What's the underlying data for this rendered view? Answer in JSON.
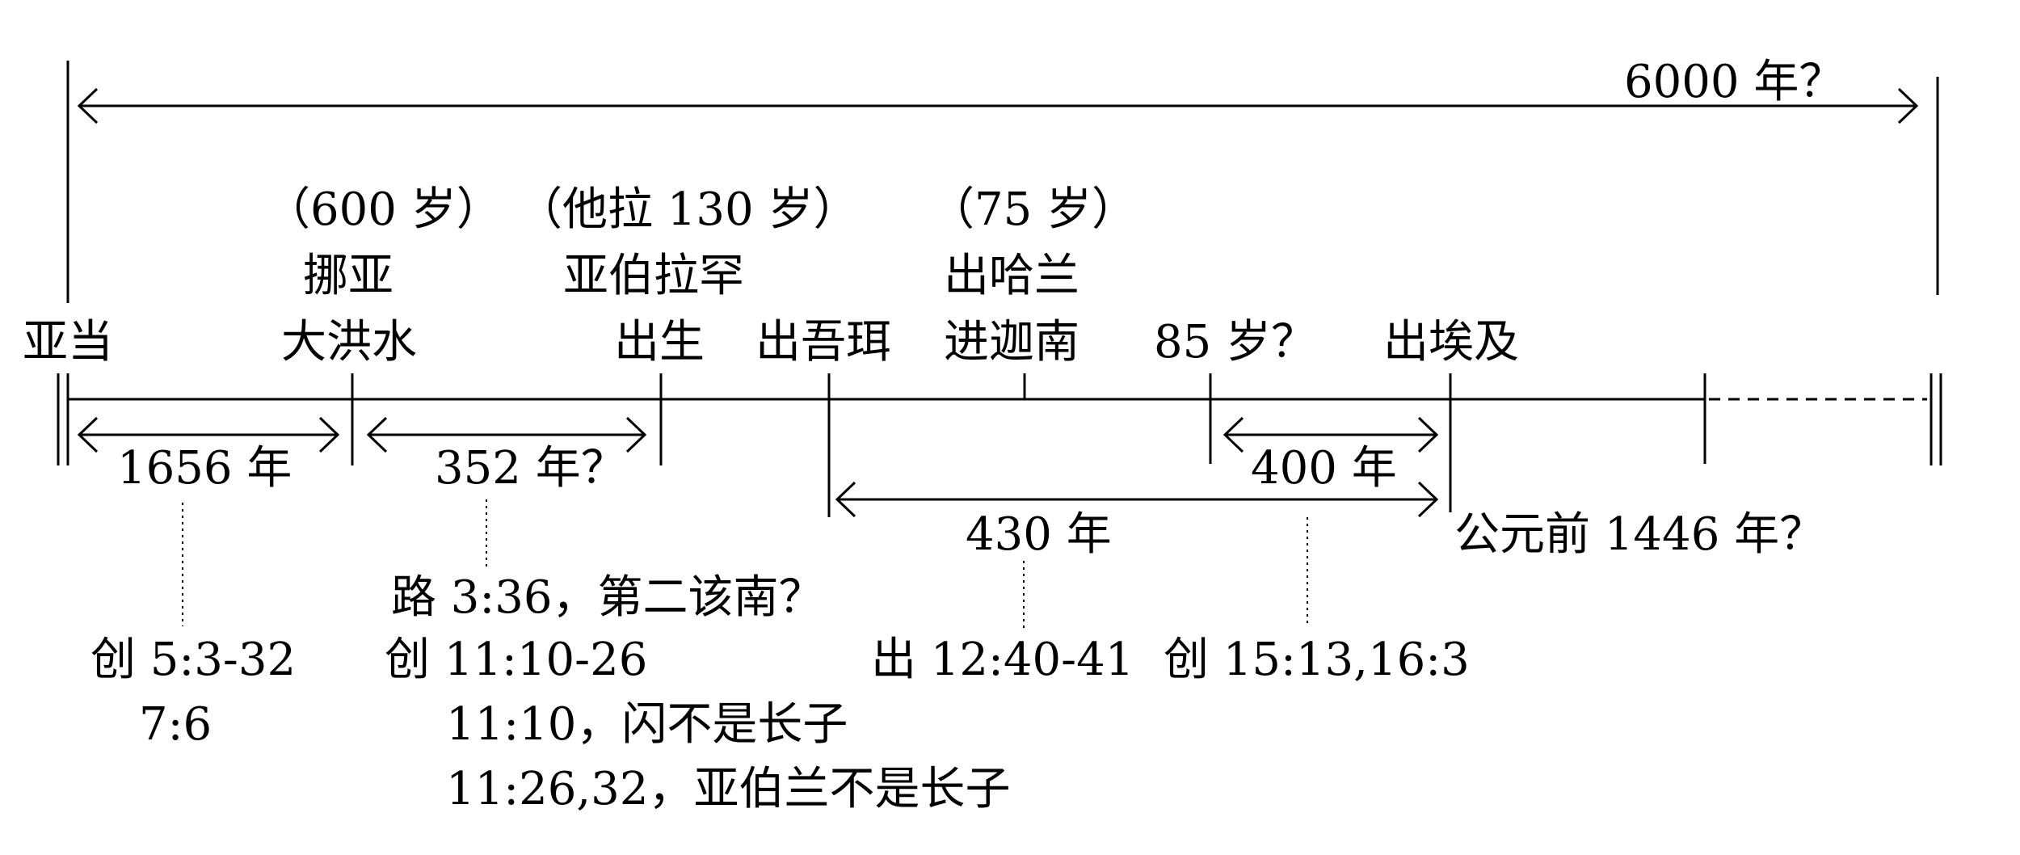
{
  "span": {
    "label": "6000 年？"
  },
  "milestones": {
    "adam": "亚当",
    "noah_age": "（600 岁）",
    "noah": "挪亚",
    "flood": "大洪水",
    "terah_age": "（他拉 130 岁）",
    "abram": "亚伯拉罕",
    "birth": "出生",
    "ur": "出吾珥",
    "haran_age": "（75 岁）",
    "haran": "出哈兰",
    "canaan": "进迦南",
    "age85": "85 岁？",
    "exodus": "出埃及",
    "exodus_date": "公元前 1446 年？"
  },
  "intervals": {
    "adam_to_flood": "1656 年",
    "flood_to_abram": "352 年？",
    "sojourn_400": "400 年",
    "sojourn_430": "430 年"
  },
  "references": {
    "gen5": "创 5:3-32",
    "gen7": "7:6",
    "luke": "路 3:36，第二该南？",
    "gen11": "创 11:10-26",
    "gen11_10": "11:10，闪不是长子",
    "gen11_26": "11:26,32，亚伯兰不是长子",
    "ex12": "出 12:40-41",
    "gen15": "创 15:13,16:3"
  }
}
